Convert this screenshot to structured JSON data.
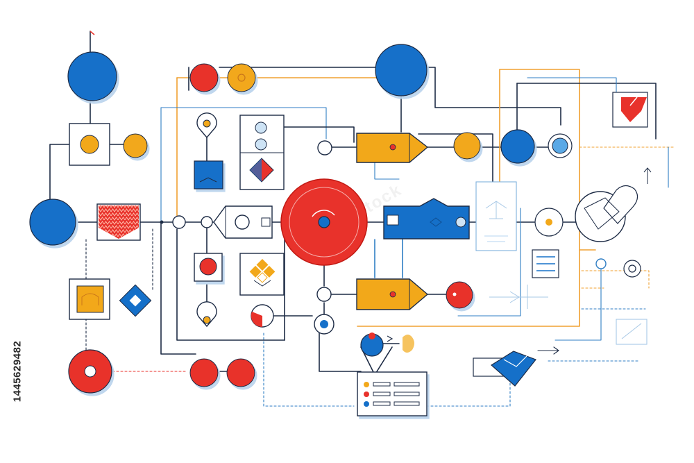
{
  "diagram": {
    "stock_id": "1445629482",
    "watermark": "Adobe Stock"
  },
  "colors": {
    "blue": "#1570c9",
    "red": "#e8322b",
    "yellow": "#f2a81a",
    "navy": "#1d2b45",
    "steel": "#2f7ec4",
    "orange_line": "#f0a030",
    "light_blue": "#cde3f5"
  },
  "icons": [
    "network-flow-diagram",
    "circle-node",
    "rectangle-node",
    "diamond-node",
    "pin-node",
    "target-node",
    "checklist-card",
    "pie-node",
    "folded-shape"
  ]
}
